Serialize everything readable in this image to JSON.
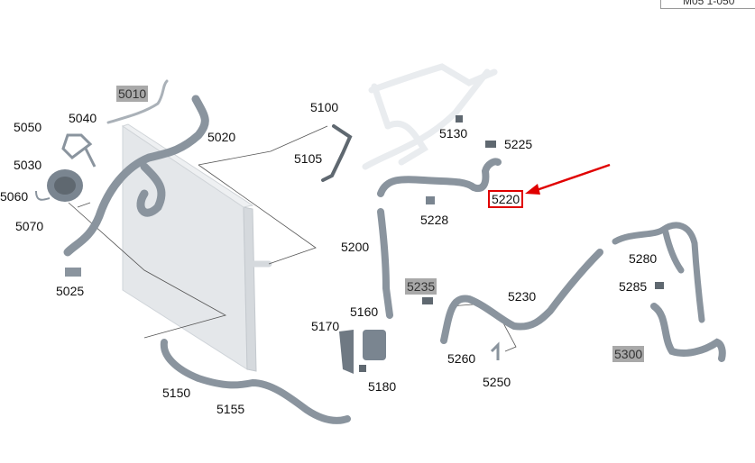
{
  "stamp_text": "M05 1-050",
  "labels": {
    "l5010": "5010",
    "l5040": "5040",
    "l5050": "5050",
    "l5020": "5020",
    "l5030": "5030",
    "l5060": "5060",
    "l5070": "5070",
    "l5025": "5025",
    "l5100": "5100",
    "l5105": "5105",
    "l5130": "5130",
    "l5225": "5225",
    "l5220": "5220",
    "l5228": "5228",
    "l5200": "5200",
    "l5235": "5235",
    "l5230": "5230",
    "l5280": "5280",
    "l5285": "5285",
    "l5160": "5160",
    "l5170": "5170",
    "l5260": "5260",
    "l5250": "5250",
    "l5300": "5300",
    "l5180": "5180",
    "l5150": "5150",
    "l5155": "5155"
  },
  "colors": {
    "hose": "#8a949e",
    "hose_dark": "#5f6870",
    "radiator": "#e4e7ea",
    "ghost_hose": "#e9ecef",
    "highlight": "#e00000",
    "reference_bg": "#a9a9a9"
  }
}
